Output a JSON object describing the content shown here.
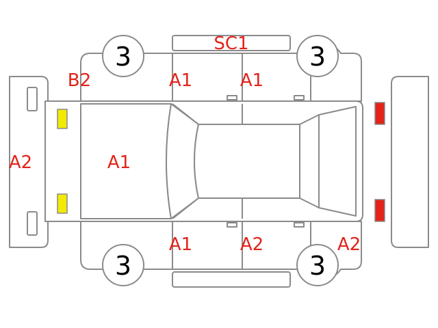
{
  "colors": {
    "outline": "#8a8a8a",
    "damage_code": "#e2231a",
    "front_light": "#f2ea00",
    "rear_light": "#e2231a",
    "tire_number": "#000000"
  },
  "tires": {
    "front_left": "3",
    "rear_left": "3",
    "front_right": "3",
    "rear_right": "3"
  },
  "codes": {
    "roof_panel": "SC1",
    "left_front_fender": "B2",
    "left_front_door": "A1",
    "left_rear_door": "A1",
    "front_bumper": "A2",
    "hood": "A1",
    "right_front_door": "A1",
    "right_rear_door": "A2",
    "right_rear_fender": "A2"
  }
}
